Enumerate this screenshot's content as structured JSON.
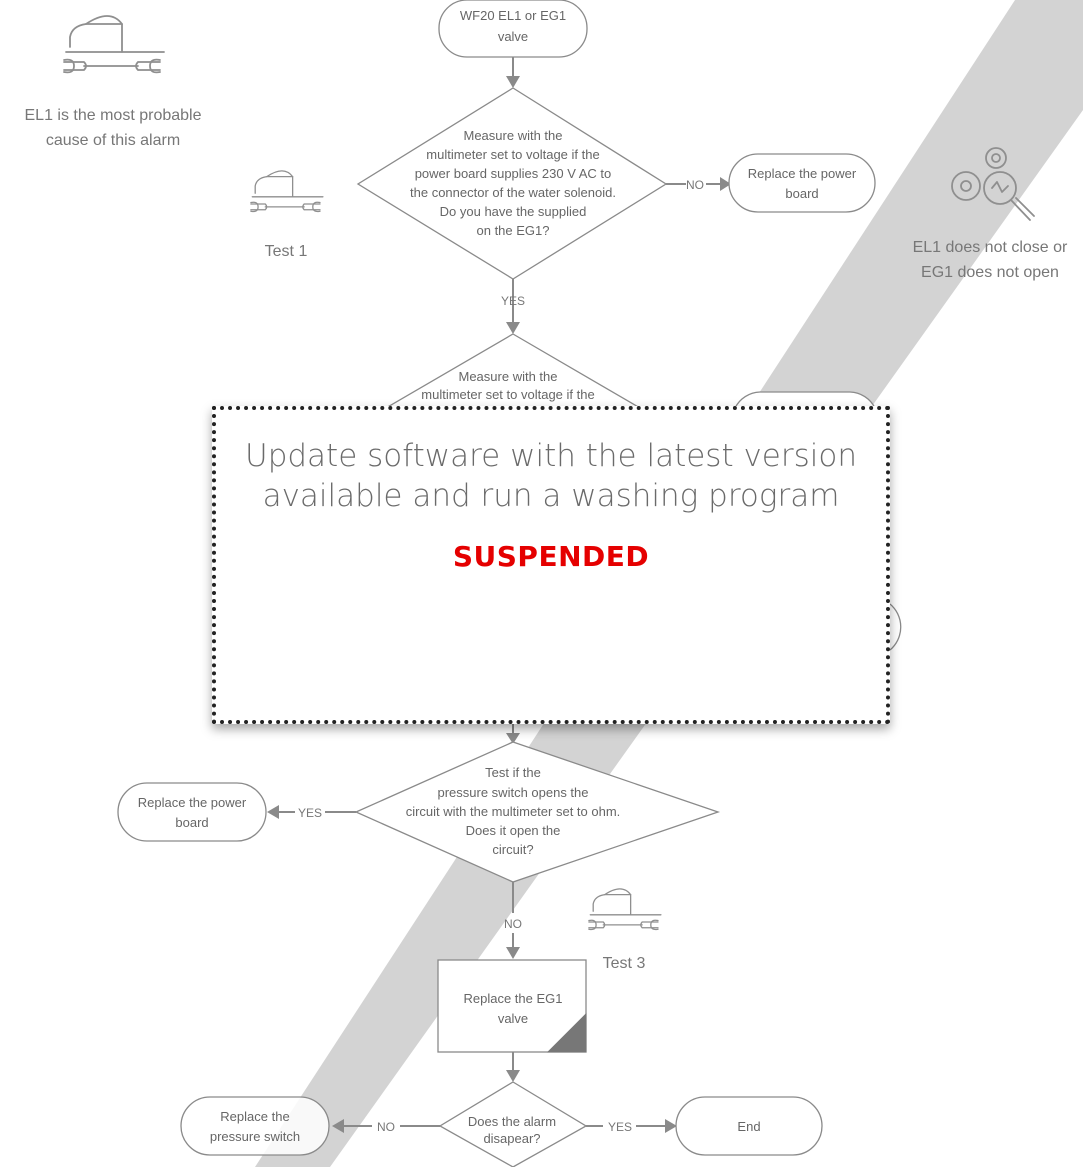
{
  "flowchart": {
    "start": [
      "WF20 EL1 or EG1",
      "valve"
    ],
    "decision1": [
      "Measure with the",
      "multimeter set to voltage if the",
      "power board supplies 230 V AC to",
      "the connector of the water solenoid.",
      "Do you have the supplied",
      "on the EG1?"
    ],
    "decision1_no_label": "NO",
    "decision1_yes_label": "YES",
    "replace_power_board_1": [
      "Replace the power",
      "board"
    ],
    "decision2_partial": [
      "Measure with the",
      "multimeter set to voltage if the"
    ],
    "decision3": [
      "Test if the",
      "pressure switch opens the",
      "circuit with the multimeter set to ohm.",
      "Does it open the",
      "circuit?"
    ],
    "decision3_yes_label": "YES",
    "decision3_no_label": "NO",
    "replace_power_board_2": [
      "Replace the power",
      "board"
    ],
    "replace_eg1": [
      "Replace the EG1",
      "valve"
    ],
    "decision4": [
      "Does the alarm",
      "disapear?"
    ],
    "decision4_no_label": "NO",
    "decision4_yes_label": "YES",
    "replace_pressure_switch": [
      "Replace the",
      "pressure switch"
    ],
    "end": "End"
  },
  "side_notes": {
    "probable_cause": [
      "EL1 is the most probable",
      "cause of this alarm"
    ],
    "test1": "Test 1",
    "test3": "Test 3",
    "symptom": [
      "EL1 does not close or",
      "EG1 does not open"
    ]
  },
  "icons": {
    "technician": "technician-wrench-icon",
    "diagnosis": "gears-magnifier-icon"
  },
  "overlay": {
    "message": "Update software with the latest version available and run a washing program",
    "status": "SUSPENDED",
    "status_color": "#e50000"
  }
}
